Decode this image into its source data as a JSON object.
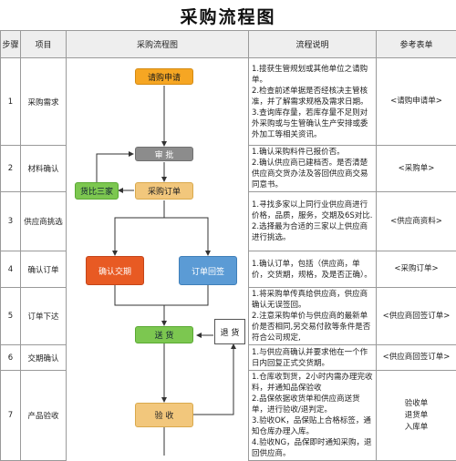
{
  "title": "采购流程图",
  "headers": {
    "step": "步骤",
    "item": "项目",
    "flow": "采购流程图",
    "desc": "流程说明",
    "ref": "参考表单"
  },
  "rows": [
    {
      "no": "1",
      "item": "采购需求",
      "desc": "1.接获生管规划或其他单位之请购单。\n2.检查前述单据是否经核决主管核准，并了解需求规格及需求日期。\n3.查询库存量，若库存量不足则对外采购或与生管确认生产安排或委外加工等相关资讯。",
      "ref": "<请购申请单>"
    },
    {
      "no": "2",
      "item": "材料确认",
      "desc": "1.确认采购料件已报价否。\n2.确认供应商已建档否。是否清楚供应商交货办法及答回供应商交易同意书。",
      "ref": "<采购单>"
    },
    {
      "no": "3",
      "item": "供应商挑选",
      "desc": "1.寻找多家以上同行业供应商进行价格，品质，服务，交期及6S对比.\n2.选择最为合适的三家以上供应商进行挑选。",
      "ref": "<供应商资料>"
    },
    {
      "no": "4",
      "item": "确认订单",
      "desc": "1.确认订单，包括（供应商，单价，交货期，规格，及是否正确）。",
      "ref": "<采购订单>"
    },
    {
      "no": "5",
      "item": "订单下达",
      "desc": "1.将采购单传真给供应商，供应商确认无误签回。\n2.注意采购单价与供应商的最新单价是否相同,另交易付款等条件是否符合公司规定,",
      "ref": "<供应商回签订单>"
    },
    {
      "no": "6",
      "item": "交期确认",
      "desc": "1.与供应商确认并要求他在一个作日内回复正式交货期。",
      "ref": "<供应商回签订单>"
    },
    {
      "no": "7",
      "item": "产品验收",
      "desc": "1.仓库收到货，2小时内需办理完收料，并通知品保验收\n2.品保依据收货单和供应商送货单，进行验收/退判定。\n3.验收OK，品保贴上合格标签，通知仓库办理入库。\n4.验收NG，品保即时通知采购，退回供应商。",
      "ref": "验收单\n退货单\n入库单"
    }
  ],
  "flow": {
    "request": "请购申请",
    "review": "审  批",
    "compare": "货比三家",
    "order": "采购订单",
    "confirm": "确认交期",
    "sign": "订单回签",
    "ship": "送  货",
    "return": "退 货",
    "inspect": "验  收"
  },
  "colors": {
    "orange": "#f6a623",
    "gray": "#8c8c8c",
    "green": "#7cc750",
    "red": "#e85a23",
    "blue": "#5b9bd5",
    "tan": "#f2c77c"
  }
}
